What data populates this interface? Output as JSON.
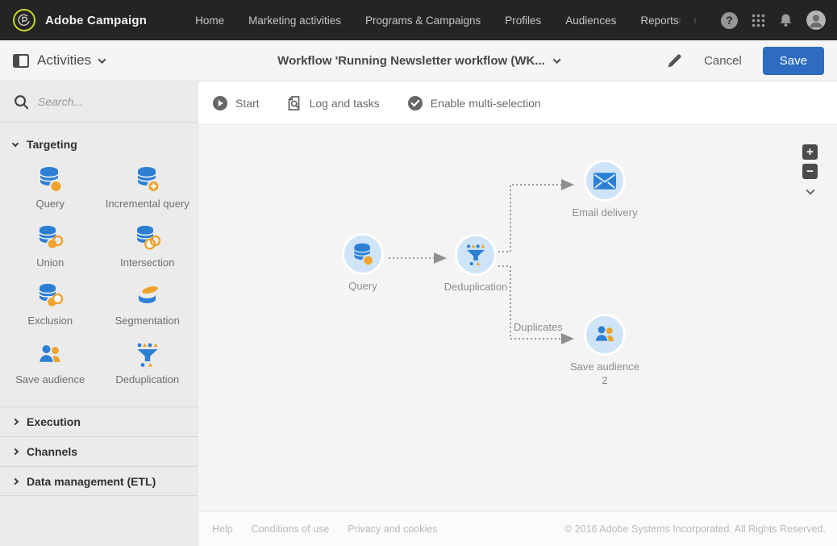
{
  "topnav": {
    "brand": "Adobe Campaign",
    "items": [
      {
        "label": "Home"
      },
      {
        "label": "Marketing activities"
      },
      {
        "label": "Programs & Campaigns"
      },
      {
        "label": "Profiles"
      },
      {
        "label": "Audiences"
      },
      {
        "label": "Reports"
      }
    ],
    "help_glyph": "?"
  },
  "header": {
    "nav_label": "Activities",
    "title": "Workflow 'Running Newsletter workflow (WK...",
    "cancel_label": "Cancel",
    "save_label": "Save"
  },
  "sidebar": {
    "search_placeholder": "Search...",
    "targeting": {
      "label": "Targeting",
      "items": [
        {
          "label": "Query",
          "icon": "query-icon"
        },
        {
          "label": "Incremental query",
          "icon": "incremental-query-icon"
        },
        {
          "label": "Union",
          "icon": "union-icon"
        },
        {
          "label": "Intersection",
          "icon": "intersection-icon"
        },
        {
          "label": "Exclusion",
          "icon": "exclusion-icon"
        },
        {
          "label": "Segmentation",
          "icon": "segmentation-icon"
        },
        {
          "label": "Save audience",
          "icon": "save-audience-icon"
        },
        {
          "label": "Deduplication",
          "icon": "deduplication-icon"
        }
      ]
    },
    "collapsed_sections": [
      {
        "label": "Execution"
      },
      {
        "label": "Channels"
      },
      {
        "label": "Data management (ETL)"
      }
    ]
  },
  "toolbar": {
    "items": [
      {
        "label": "Start",
        "icon": "play-icon"
      },
      {
        "label": "Log and tasks",
        "icon": "log-icon"
      },
      {
        "label": "Enable multi-selection",
        "icon": "check-icon"
      }
    ]
  },
  "canvas": {
    "nodes": [
      {
        "label": "Query",
        "icon": "query-icon"
      },
      {
        "label": "Deduplication",
        "icon": "deduplication-icon"
      },
      {
        "label": "Email delivery",
        "icon": "email-icon"
      },
      {
        "label": "Save audience",
        "sublabel": "2",
        "icon": "save-audience-icon"
      }
    ],
    "edge_label": "Duplicates",
    "zoom": {
      "zoom_in": "+",
      "zoom_out": "−"
    }
  },
  "footer": {
    "links": [
      {
        "label": "Help"
      },
      {
        "label": "Conditions of use"
      },
      {
        "label": "Privacy and cookies"
      }
    ],
    "copyright": "© 2016 Adobe Systems Incorporated. All Rights Reserved."
  },
  "colors": {
    "topbar_bg": "#242424",
    "logo_ring": "#c8d830",
    "accent_blue": "#2d6cc0",
    "icon_blue": "#2d7fd4",
    "icon_orange": "#eea32d",
    "node_fill": "#cfe4f6",
    "canvas_bg": "#f4f4f4",
    "sidebar_bg": "#ebebeb"
  }
}
